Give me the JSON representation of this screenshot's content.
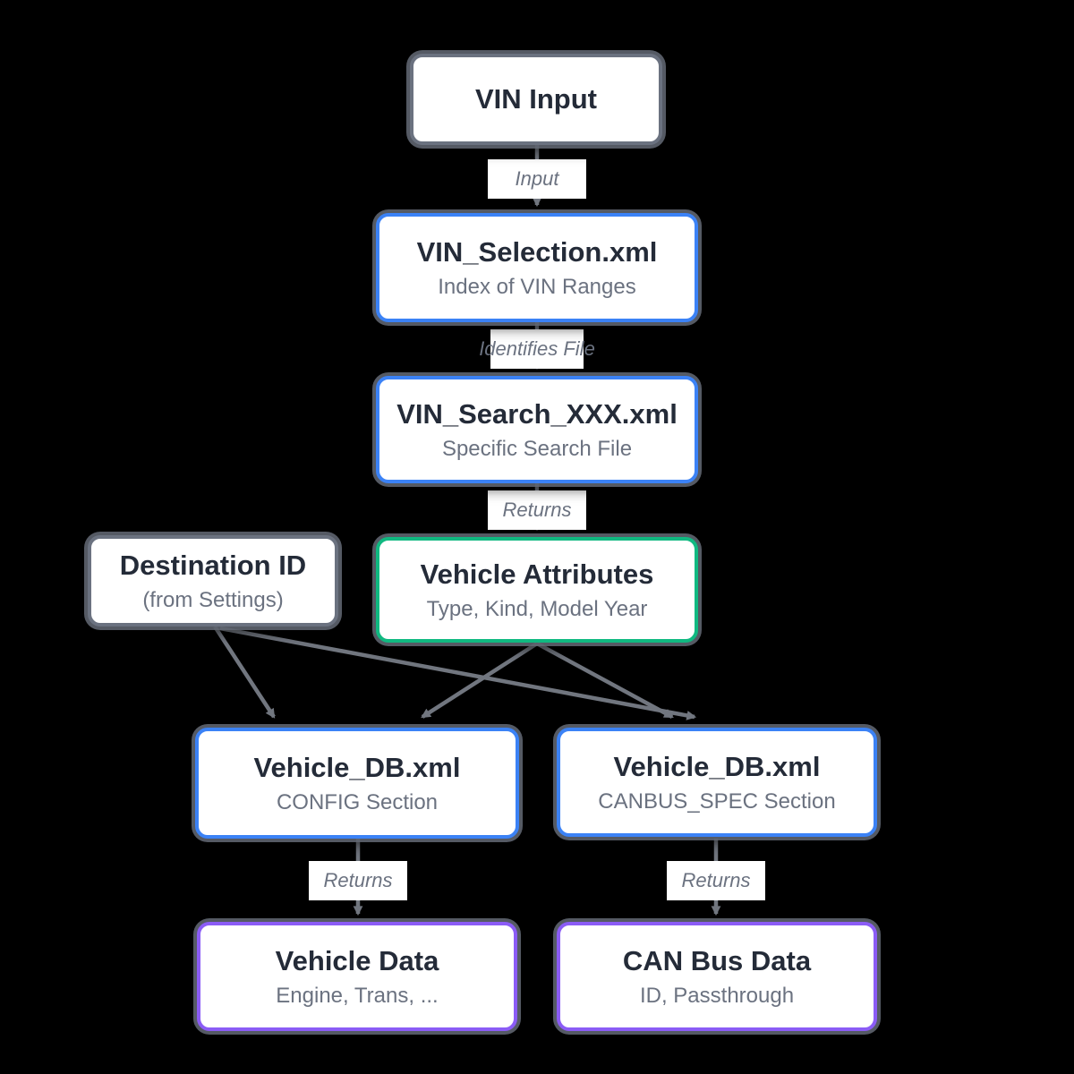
{
  "diagram": {
    "background": "#000000",
    "nodes": {
      "vin_input": {
        "title": "VIN Input"
      },
      "vin_selection": {
        "title": "VIN_Selection.xml",
        "subtitle": "Index of VIN Ranges"
      },
      "vin_search": {
        "title": "VIN_Search_XXX.xml",
        "subtitle": "Specific Search File"
      },
      "vehicle_attributes": {
        "title": "Vehicle Attributes",
        "subtitle": "Type, Kind, Model Year"
      },
      "destination_id": {
        "title": "Destination ID",
        "subtitle": "(from Settings)"
      },
      "vehicle_db_config": {
        "title": "Vehicle_DB.xml",
        "subtitle": "CONFIG Section"
      },
      "vehicle_db_canbus": {
        "title": "Vehicle_DB.xml",
        "subtitle": "CANBUS_SPEC Section"
      },
      "vehicle_data": {
        "title": "Vehicle Data",
        "subtitle": "Engine, Trans, ..."
      },
      "can_bus_data": {
        "title": "CAN Bus Data",
        "subtitle": "ID, Passthrough"
      }
    },
    "edge_labels": {
      "input": "Input",
      "identifies_file": "Identifies File",
      "returns_search": "Returns",
      "returns_config": "Returns",
      "returns_canbus": "Returns"
    },
    "colors": {
      "accent_blue": "#3b82f6",
      "accent_green": "#10b981",
      "accent_purple": "#8b5cf6",
      "accent_gray": "#6b7280",
      "line_gray": "#71767f",
      "title_text": "#242b38",
      "subtitle_text": "#6b7280",
      "background": "#000000"
    }
  }
}
